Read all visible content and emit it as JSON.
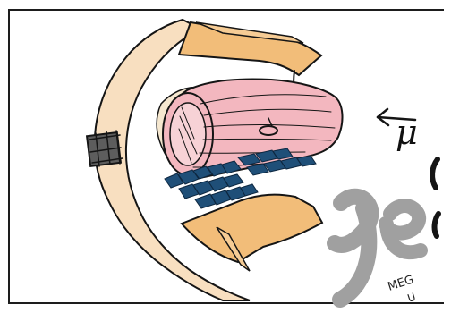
{
  "illustration": {
    "particle_label": "μ",
    "signature_text": "MEG",
    "signature_suffix": "U",
    "colors": {
      "magnet": "#f8dfc0",
      "flux_return": "#f2bd79",
      "target_tube": "#f3b7bf",
      "timing_counters": "#1f4f78",
      "ink": "#151515",
      "logo_gray": "#a0a0a0"
    },
    "icons": {
      "arrow": "left-arrow-icon",
      "logo": "meg-logo-watermark"
    }
  }
}
